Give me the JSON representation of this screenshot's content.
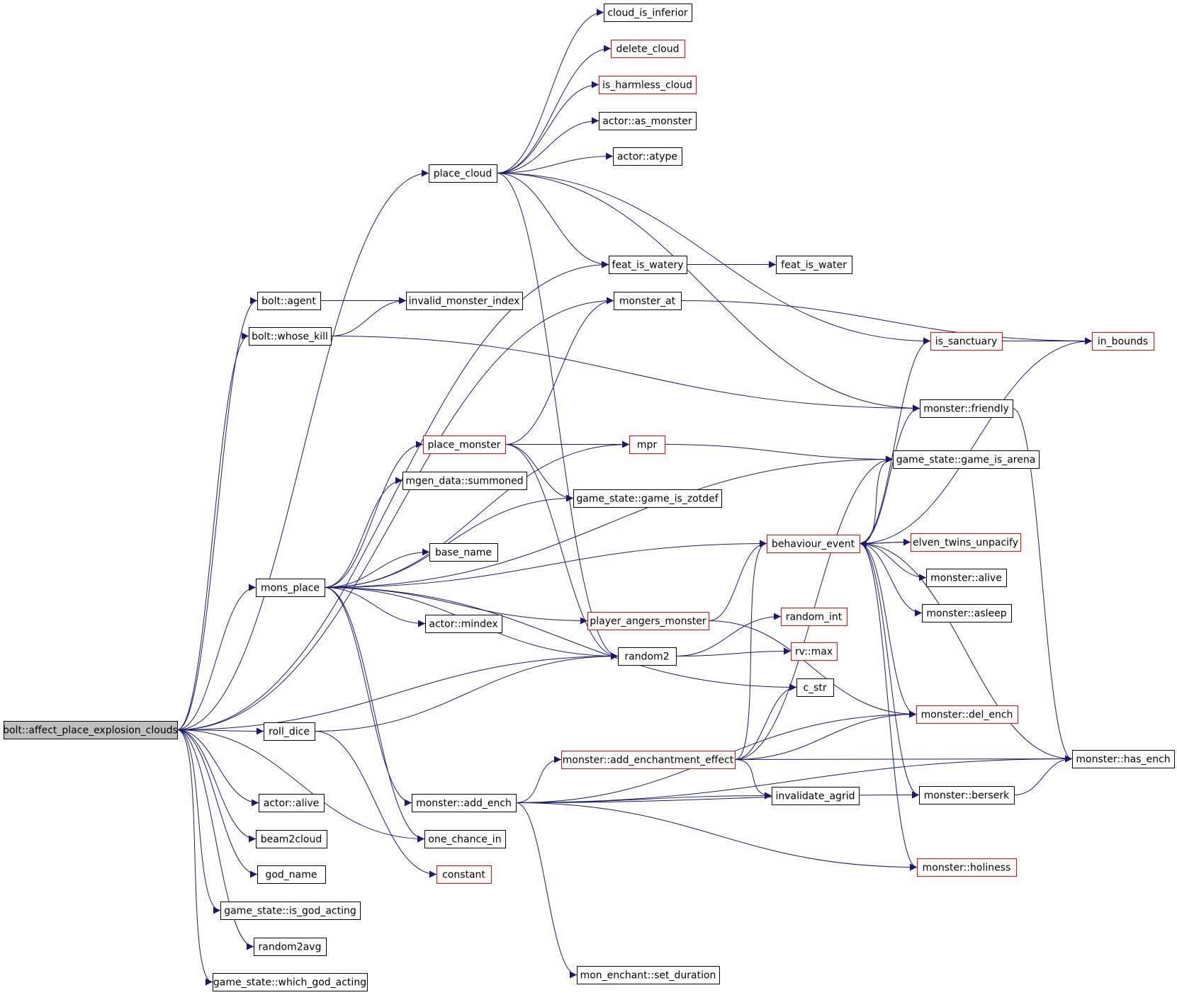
{
  "colors": {
    "edge": "#191970",
    "node_border_default": "#000000",
    "node_border_undocumented": "#ff0000",
    "node_fill": "#ffffff",
    "node_fill_root": "#bfbfbf"
  },
  "nodes": [
    {
      "id": "bolt_affect_place_explosion_clouds",
      "label": "bolt::affect_place_explosion_clouds",
      "style": "root"
    },
    {
      "id": "place_cloud",
      "label": "place_cloud",
      "style": "black"
    },
    {
      "id": "cloud_is_inferior",
      "label": "cloud_is_inferior",
      "style": "black"
    },
    {
      "id": "delete_cloud",
      "label": "delete_cloud",
      "style": "red"
    },
    {
      "id": "is_harmless_cloud",
      "label": "is_harmless_cloud",
      "style": "red"
    },
    {
      "id": "actor_as_monster",
      "label": "actor::as_monster",
      "style": "black"
    },
    {
      "id": "actor_atype",
      "label": "actor::atype",
      "style": "black"
    },
    {
      "id": "feat_is_watery",
      "label": "feat_is_watery",
      "style": "black"
    },
    {
      "id": "feat_is_water",
      "label": "feat_is_water",
      "style": "black"
    },
    {
      "id": "bolt_agent",
      "label": "bolt::agent",
      "style": "black"
    },
    {
      "id": "invalid_monster_index",
      "label": "invalid_monster_index",
      "style": "black"
    },
    {
      "id": "monster_at",
      "label": "monster_at",
      "style": "black"
    },
    {
      "id": "bolt_whose_kill",
      "label": "bolt::whose_kill",
      "style": "black"
    },
    {
      "id": "is_sanctuary",
      "label": "is_sanctuary",
      "style": "red"
    },
    {
      "id": "in_bounds",
      "label": "in_bounds",
      "style": "red"
    },
    {
      "id": "monster_friendly",
      "label": "monster::friendly",
      "style": "black"
    },
    {
      "id": "place_monster",
      "label": "place_monster",
      "style": "red"
    },
    {
      "id": "mpr",
      "label": "mpr",
      "style": "red"
    },
    {
      "id": "game_is_arena",
      "label": "game_state::game_is_arena",
      "style": "black"
    },
    {
      "id": "mgen_summoned",
      "label": "mgen_data::summoned",
      "style": "black"
    },
    {
      "id": "game_is_zotdef",
      "label": "game_state::game_is_zotdef",
      "style": "black"
    },
    {
      "id": "base_name",
      "label": "base_name",
      "style": "black"
    },
    {
      "id": "behaviour_event",
      "label": "behaviour_event",
      "style": "red"
    },
    {
      "id": "elven_twins_unpacify",
      "label": "elven_twins_unpacify",
      "style": "red"
    },
    {
      "id": "mons_place",
      "label": "mons_place",
      "style": "black"
    },
    {
      "id": "monster_alive",
      "label": "monster::alive",
      "style": "black"
    },
    {
      "id": "monster_asleep",
      "label": "monster::asleep",
      "style": "black"
    },
    {
      "id": "actor_mindex",
      "label": "actor::mindex",
      "style": "black"
    },
    {
      "id": "player_angers_monster",
      "label": "player_angers_monster",
      "style": "red"
    },
    {
      "id": "random_int",
      "label": "random_int",
      "style": "red"
    },
    {
      "id": "random2",
      "label": "random2",
      "style": "black"
    },
    {
      "id": "rv_max",
      "label": "rv::max",
      "style": "red"
    },
    {
      "id": "c_str",
      "label": "c_str",
      "style": "black"
    },
    {
      "id": "monster_del_ench",
      "label": "monster::del_ench",
      "style": "red"
    },
    {
      "id": "roll_dice",
      "label": "roll_dice",
      "style": "black"
    },
    {
      "id": "add_enchantment_effect",
      "label": "monster::add_enchantment_effect",
      "style": "red"
    },
    {
      "id": "monster_has_ench",
      "label": "monster::has_ench",
      "style": "black"
    },
    {
      "id": "actor_alive",
      "label": "actor::alive",
      "style": "black"
    },
    {
      "id": "monster_add_ench",
      "label": "monster::add_ench",
      "style": "black"
    },
    {
      "id": "invalidate_agrid",
      "label": "invalidate_agrid",
      "style": "black"
    },
    {
      "id": "monster_berserk",
      "label": "monster::berserk",
      "style": "black"
    },
    {
      "id": "beam2cloud",
      "label": "beam2cloud",
      "style": "black"
    },
    {
      "id": "one_chance_in",
      "label": "one_chance_in",
      "style": "black"
    },
    {
      "id": "god_name",
      "label": "god_name",
      "style": "black"
    },
    {
      "id": "constant",
      "label": "constant",
      "style": "red"
    },
    {
      "id": "monster_holiness",
      "label": "monster::holiness",
      "style": "red"
    },
    {
      "id": "is_god_acting",
      "label": "game_state::is_god_acting",
      "style": "black"
    },
    {
      "id": "random2avg",
      "label": "random2avg",
      "style": "black"
    },
    {
      "id": "set_duration",
      "label": "mon_enchant::set_duration",
      "style": "black"
    },
    {
      "id": "which_god_acting",
      "label": "game_state::which_god_acting",
      "style": "black"
    }
  ],
  "edges": [
    [
      "bolt_affect_place_explosion_clouds",
      "place_cloud"
    ],
    [
      "bolt_affect_place_explosion_clouds",
      "feat_is_watery"
    ],
    [
      "bolt_affect_place_explosion_clouds",
      "monster_at"
    ],
    [
      "bolt_affect_place_explosion_clouds",
      "bolt_agent"
    ],
    [
      "bolt_affect_place_explosion_clouds",
      "bolt_whose_kill"
    ],
    [
      "bolt_affect_place_explosion_clouds",
      "mons_place"
    ],
    [
      "bolt_affect_place_explosion_clouds",
      "random2"
    ],
    [
      "bolt_affect_place_explosion_clouds",
      "roll_dice"
    ],
    [
      "bolt_affect_place_explosion_clouds",
      "actor_alive"
    ],
    [
      "bolt_affect_place_explosion_clouds",
      "beam2cloud"
    ],
    [
      "bolt_affect_place_explosion_clouds",
      "god_name"
    ],
    [
      "bolt_affect_place_explosion_clouds",
      "is_god_acting"
    ],
    [
      "bolt_affect_place_explosion_clouds",
      "random2avg"
    ],
    [
      "bolt_affect_place_explosion_clouds",
      "which_god_acting"
    ],
    [
      "bolt_affect_place_explosion_clouds",
      "one_chance_in"
    ],
    [
      "place_cloud",
      "cloud_is_inferior"
    ],
    [
      "place_cloud",
      "delete_cloud"
    ],
    [
      "place_cloud",
      "is_harmless_cloud"
    ],
    [
      "place_cloud",
      "actor_as_monster"
    ],
    [
      "place_cloud",
      "actor_atype"
    ],
    [
      "place_cloud",
      "feat_is_watery"
    ],
    [
      "place_cloud",
      "is_sanctuary"
    ],
    [
      "place_cloud",
      "monster_friendly"
    ],
    [
      "place_cloud",
      "random2"
    ],
    [
      "feat_is_watery",
      "feat_is_water"
    ],
    [
      "bolt_agent",
      "invalid_monster_index"
    ],
    [
      "bolt_whose_kill",
      "invalid_monster_index"
    ],
    [
      "bolt_whose_kill",
      "monster_friendly"
    ],
    [
      "monster_at",
      "in_bounds"
    ],
    [
      "is_sanctuary",
      "in_bounds"
    ],
    [
      "monster_friendly",
      "monster_has_ench"
    ],
    [
      "place_monster",
      "monster_at"
    ],
    [
      "place_monster",
      "mpr"
    ],
    [
      "place_monster",
      "game_is_zotdef"
    ],
    [
      "place_monster",
      "random2"
    ],
    [
      "mpr",
      "game_is_arena"
    ],
    [
      "mons_place",
      "place_monster"
    ],
    [
      "mons_place",
      "mpr"
    ],
    [
      "mons_place",
      "game_is_arena"
    ],
    [
      "mons_place",
      "mgen_summoned"
    ],
    [
      "mons_place",
      "game_is_zotdef"
    ],
    [
      "mons_place",
      "base_name"
    ],
    [
      "mons_place",
      "behaviour_event"
    ],
    [
      "mons_place",
      "actor_mindex"
    ],
    [
      "mons_place",
      "player_angers_monster"
    ],
    [
      "mons_place",
      "random2"
    ],
    [
      "mons_place",
      "c_str"
    ],
    [
      "mons_place",
      "monster_add_ench"
    ],
    [
      "mons_place",
      "one_chance_in"
    ],
    [
      "behaviour_event",
      "is_sanctuary"
    ],
    [
      "behaviour_event",
      "monster_friendly"
    ],
    [
      "behaviour_event",
      "game_is_arena"
    ],
    [
      "behaviour_event",
      "elven_twins_unpacify"
    ],
    [
      "behaviour_event",
      "monster_alive"
    ],
    [
      "behaviour_event",
      "monster_asleep"
    ],
    [
      "behaviour_event",
      "monster_del_ench"
    ],
    [
      "behaviour_event",
      "monster_has_ench"
    ],
    [
      "behaviour_event",
      "monster_berserk"
    ],
    [
      "behaviour_event",
      "monster_holiness"
    ],
    [
      "behaviour_event",
      "in_bounds"
    ],
    [
      "elven_twins_unpacify",
      "behaviour_event"
    ],
    [
      "player_angers_monster",
      "behaviour_event"
    ],
    [
      "player_angers_monster",
      "monster_del_ench"
    ],
    [
      "random2",
      "random_int"
    ],
    [
      "random2",
      "rv_max"
    ],
    [
      "roll_dice",
      "random2"
    ],
    [
      "roll_dice",
      "constant"
    ],
    [
      "add_enchantment_effect",
      "behaviour_event"
    ],
    [
      "add_enchantment_effect",
      "game_is_arena"
    ],
    [
      "add_enchantment_effect",
      "c_str"
    ],
    [
      "add_enchantment_effect",
      "monster_del_ench"
    ],
    [
      "add_enchantment_effect",
      "monster_has_ench"
    ],
    [
      "add_enchantment_effect",
      "invalidate_agrid"
    ],
    [
      "monster_add_ench",
      "add_enchantment_effect"
    ],
    [
      "monster_add_ench",
      "invalidate_agrid"
    ],
    [
      "monster_add_ench",
      "monster_del_ench"
    ],
    [
      "monster_add_ench",
      "monster_berserk"
    ],
    [
      "monster_add_ench",
      "monster_holiness"
    ],
    [
      "monster_add_ench",
      "monster_has_ench"
    ],
    [
      "monster_add_ench",
      "set_duration"
    ],
    [
      "monster_berserk",
      "monster_has_ench"
    ]
  ]
}
